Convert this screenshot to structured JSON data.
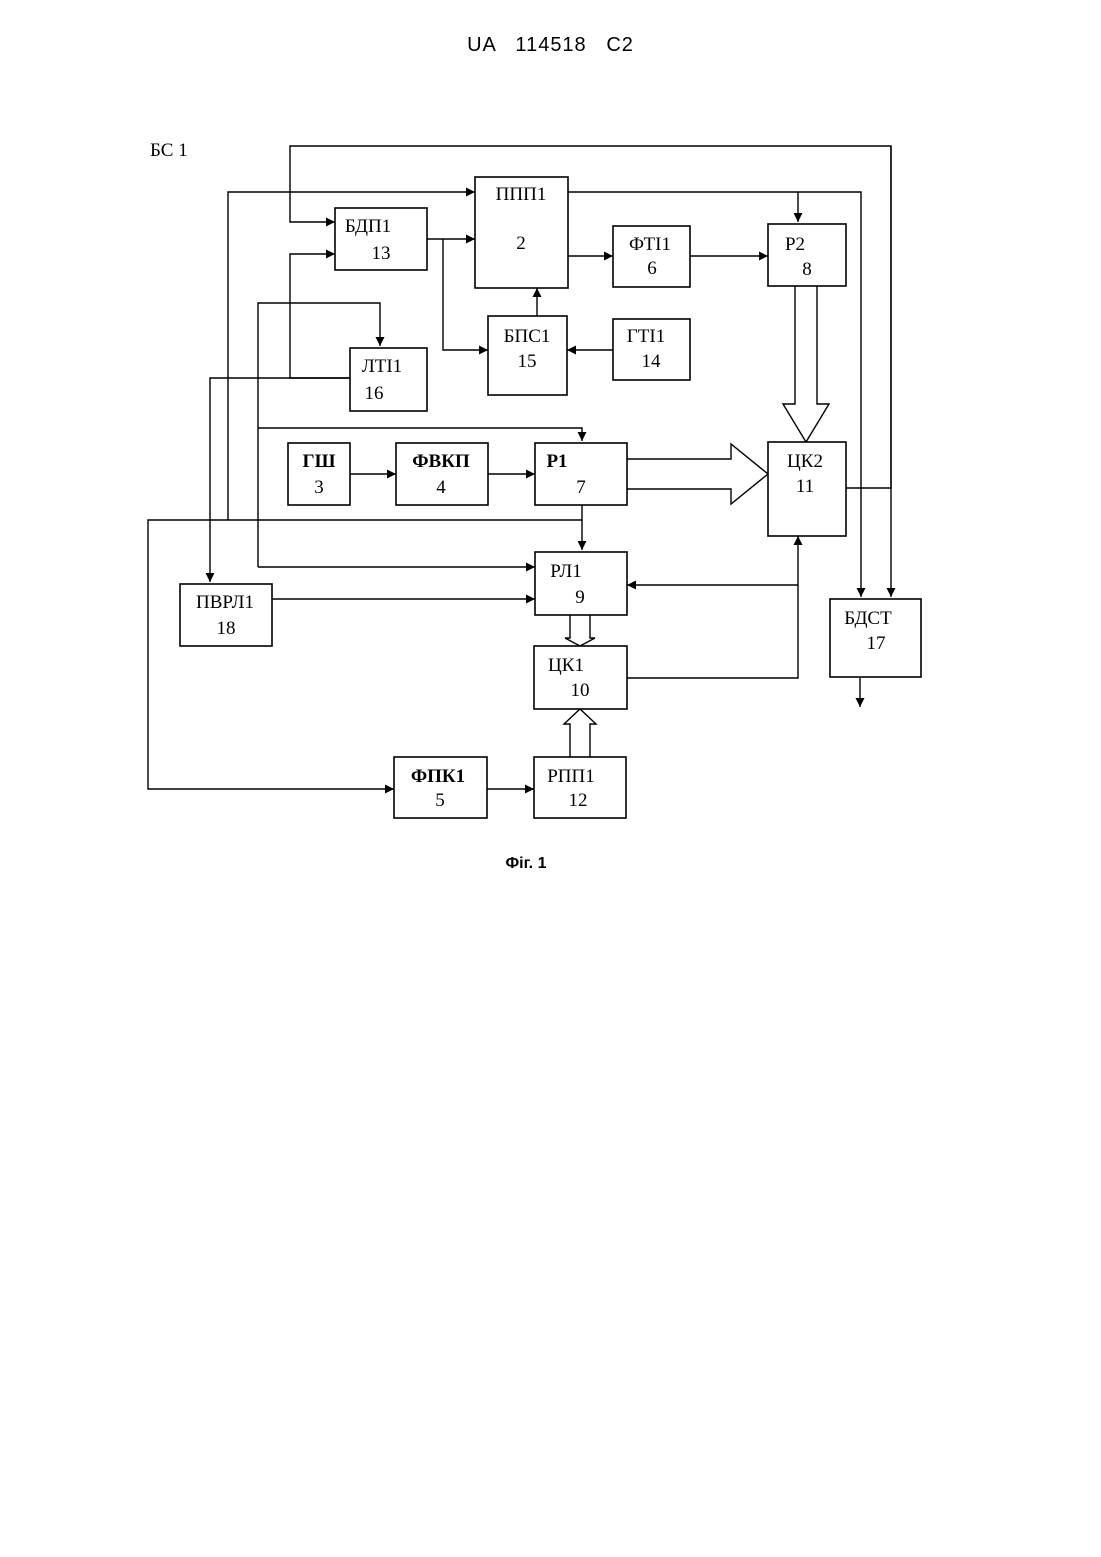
{
  "header": {
    "doc_number": "UA   114518   C2"
  },
  "figure": {
    "station_label": "БС 1",
    "caption": "Фіг. 1",
    "blocks": {
      "ppp1": {
        "name": "ППП1",
        "num": "2"
      },
      "gsh": {
        "name": "ГШ",
        "num": "3"
      },
      "fvkp": {
        "name": "ФВКП",
        "num": "4"
      },
      "fpk1": {
        "name": "ФПК1",
        "num": "5"
      },
      "fti1": {
        "name": "ФТІ1",
        "num": "6"
      },
      "r1": {
        "name": "Р1",
        "num": "7"
      },
      "r2": {
        "name": "Р2",
        "num": "8"
      },
      "rl1": {
        "name": "РЛ1",
        "num": "9"
      },
      "ck1": {
        "name": "ЦК1",
        "num": "10"
      },
      "ck2": {
        "name": "ЦК2",
        "num": "11"
      },
      "rpp1": {
        "name": "РПП1",
        "num": "12"
      },
      "bdp1": {
        "name": "БДП1",
        "num": "13"
      },
      "gti1": {
        "name": "ГТІ1",
        "num": "14"
      },
      "bps1": {
        "name": "БПС1",
        "num": "15"
      },
      "lti1": {
        "name": "ЛТІ1",
        "num": "16"
      },
      "bdst": {
        "name": "БДСТ",
        "num": "17"
      },
      "pvrl1": {
        "name": "ПВРЛ1",
        "num": "18"
      }
    }
  }
}
